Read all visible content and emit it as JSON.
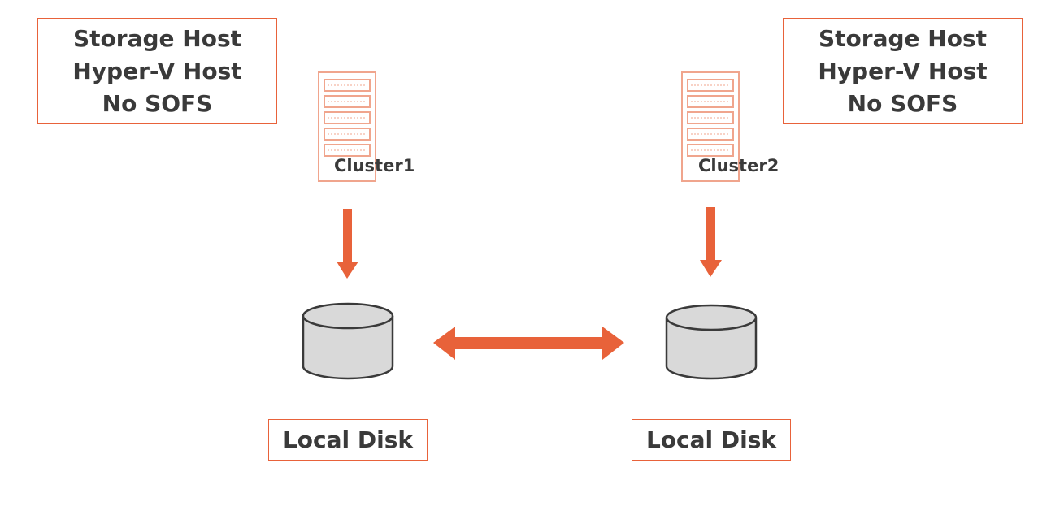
{
  "left_host_box": {
    "lines": [
      "Storage Host",
      "Hyper-V Host",
      "No SOFS"
    ]
  },
  "right_host_box": {
    "lines": [
      "Storage Host",
      "Hyper-V Host",
      "No SOFS"
    ]
  },
  "left_cluster": {
    "label": "Cluster1",
    "icon": "server-rack-icon"
  },
  "right_cluster": {
    "label": "Cluster2",
    "icon": "server-rack-icon"
  },
  "left_disk": {
    "label": "Local Disk",
    "icon": "disk-icon"
  },
  "right_disk": {
    "label": "Local Disk",
    "icon": "disk-icon"
  },
  "colors": {
    "accent": "#e8623a",
    "server": "#f0a58d",
    "disk_fill": "#d9d9d9",
    "disk_stroke": "#3a3a3a"
  }
}
